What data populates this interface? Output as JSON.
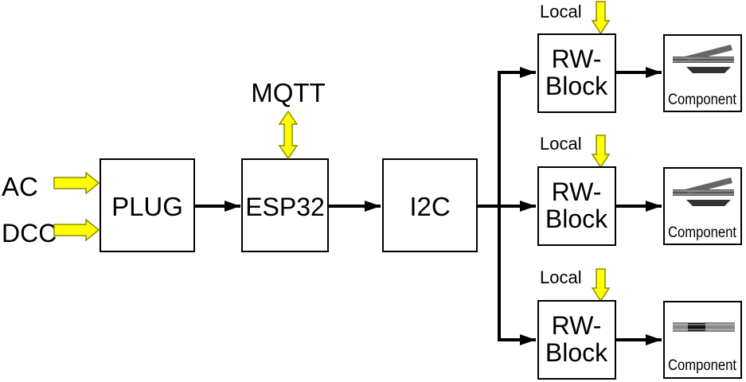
{
  "inputs": {
    "ac": "AC",
    "dcc": "DCC",
    "mqtt": "MQTT"
  },
  "blocks": {
    "plug": "PLUG",
    "esp32": "ESP32",
    "i2c": "I2C"
  },
  "rw_block": {
    "line1": "RW-",
    "line2": "Block"
  },
  "local_label": "Local",
  "component_label": "Component",
  "colors": {
    "yellow_arrow": "#ffff00",
    "arrow_outline": "#8c8c00",
    "line": "#000000",
    "track_dark": "#444444"
  },
  "icons": [
    "turnout-left-icon",
    "turnout-left-icon",
    "straight-track-icon"
  ]
}
